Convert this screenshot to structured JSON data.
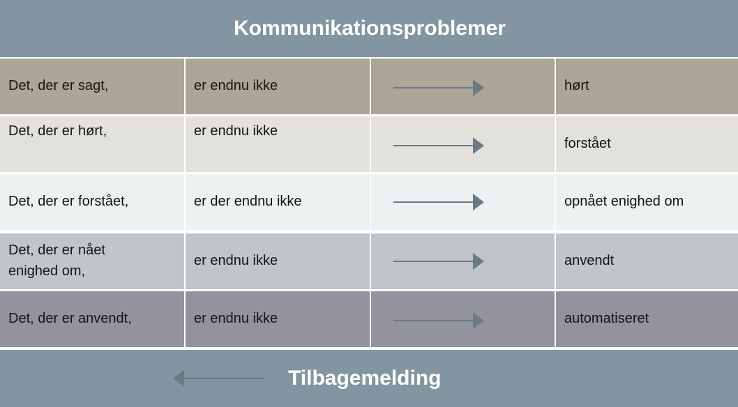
{
  "header": {
    "title": "Kommunikationsproblemer"
  },
  "rows": [
    {
      "subject": "Det, der er sagt,",
      "condition": "er endnu ikke",
      "result": "hørt",
      "color": "#aca598"
    },
    {
      "subject": "Det, der er hørt,",
      "condition": "er endnu ikke",
      "result": "forstået",
      "color": "#e2e1dc"
    },
    {
      "subject": "Det, der er forstået,",
      "condition": "er der endnu ikke",
      "result": "opnået enighed om",
      "color": "#edf1f2"
    },
    {
      "subject": "Det, der er nået\nenighed om,",
      "condition": "er endnu ikke",
      "result": "anvendt",
      "color": "#c1c4c8"
    },
    {
      "subject": "Det, der er anvendt,",
      "condition": "er endnu ikke",
      "result": "automatiseret",
      "color": "#93939f"
    }
  ],
  "footer": {
    "title": "Tilbagemelding"
  },
  "colors": {
    "band": "#8395a1",
    "arrow": "#6c7a84",
    "divider": "#ffffff"
  }
}
